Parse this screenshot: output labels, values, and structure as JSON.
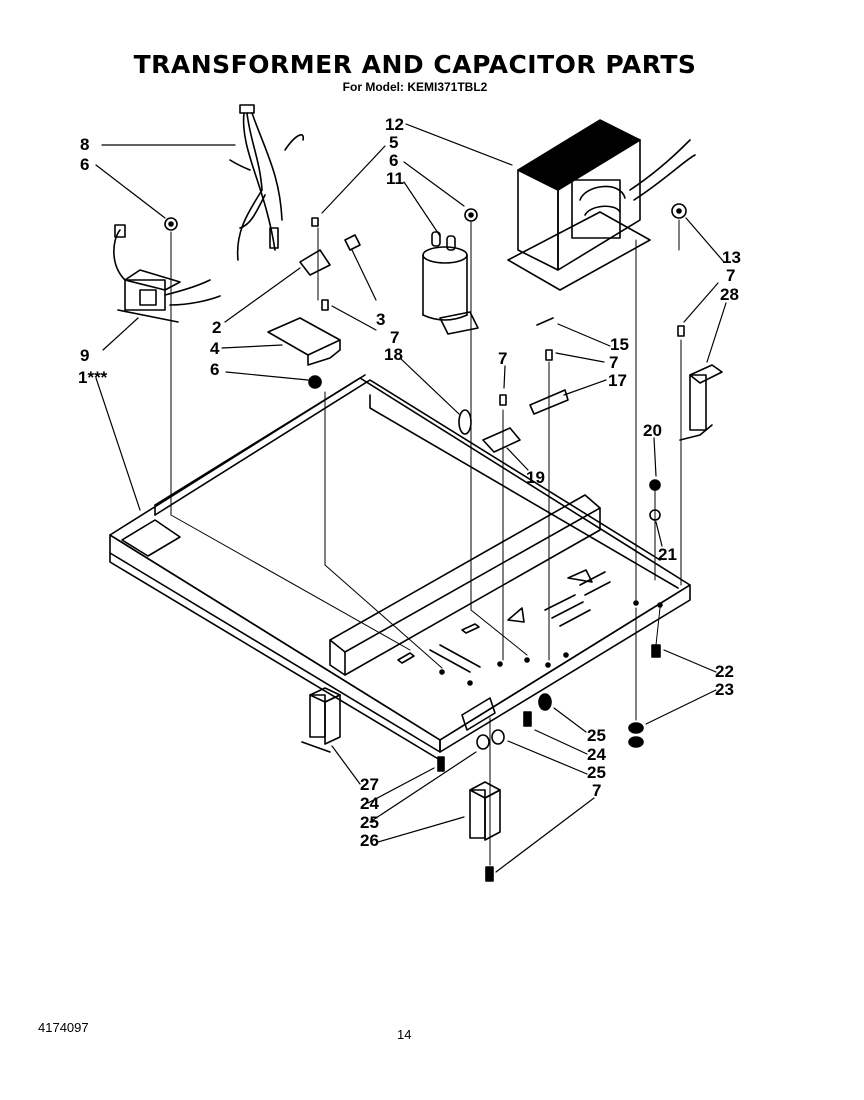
{
  "header": {
    "title": "TRANSFORMER AND CAPACITOR PARTS",
    "model": "For Model: KEMI371TBL2"
  },
  "footer": {
    "doc_number": "4174097",
    "page_number": "14"
  },
  "callouts": {
    "c8a": "8",
    "c6a": "6",
    "c9": "9",
    "c1": "1***",
    "c2": "2",
    "c4": "4",
    "c6b": "6",
    "c3": "3",
    "c7a": "7",
    "c18": "18",
    "c12": "12",
    "c5": "5",
    "c6c": "6",
    "c11": "11",
    "c7b": "7",
    "c15": "15",
    "c7c": "7",
    "c17": "17",
    "c19": "19",
    "c13": "13",
    "c7d": "7",
    "c28": "28",
    "c20": "20",
    "c21": "21",
    "c22": "22",
    "c23": "23",
    "c25a": "25",
    "c24a": "24",
    "c25b": "25",
    "c7e": "7",
    "c27": "27",
    "c24b": "24",
    "c25c": "25",
    "c26": "26"
  }
}
